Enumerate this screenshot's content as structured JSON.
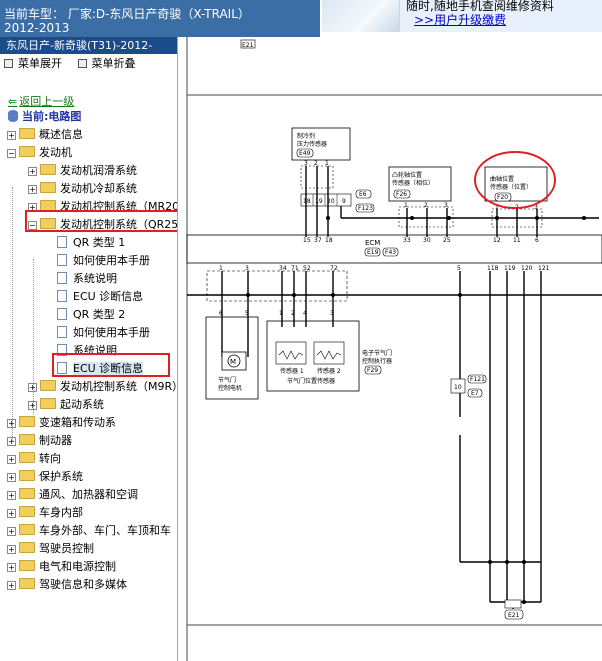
{
  "header": {
    "car_line1": "当前车型：  厂家:D-东风日产奇骏（X-TRAIL）",
    "car_line2": "2012-2013",
    "ad_line1": "随时,随地手机查阅维修资料",
    "ad_link": ">>用户升级缴费"
  },
  "sidebar": {
    "model": "东风日产-新奇骏(T31)-2012-",
    "expand_menu": "菜单展开",
    "collapse_menu": "菜单折叠",
    "back": "返回上一级",
    "current": "当前:电路图",
    "tree": [
      {
        "label": "概述信息",
        "level": 0,
        "kind": "folder",
        "expanded": false
      },
      {
        "label": "发动机",
        "level": 0,
        "kind": "folder",
        "expanded": true
      },
      {
        "label": "发动机润滑系统",
        "level": 1,
        "kind": "folder",
        "expanded": false
      },
      {
        "label": "发动机冷却系统",
        "level": 1,
        "kind": "folder",
        "expanded": false
      },
      {
        "label": "发动机控制系统（MR20",
        "level": 1,
        "kind": "folder",
        "expanded": false
      },
      {
        "label": "发动机控制系统（QR25",
        "level": 1,
        "kind": "folder",
        "expanded": true
      },
      {
        "label": "QR 类型 1",
        "level": 2,
        "kind": "doc"
      },
      {
        "label": "如何使用本手册",
        "level": 2,
        "kind": "doc"
      },
      {
        "label": "系统说明",
        "level": 2,
        "kind": "doc"
      },
      {
        "label": "ECU 诊断信息",
        "level": 2,
        "kind": "doc"
      },
      {
        "label": "QR 类型 2",
        "level": 2,
        "kind": "doc"
      },
      {
        "label": "如何使用本手册",
        "level": 2,
        "kind": "doc"
      },
      {
        "label": "系统说明",
        "level": 2,
        "kind": "doc"
      },
      {
        "label": "ECU 诊断信息",
        "level": 2,
        "kind": "doc",
        "selected": true
      },
      {
        "label": "发动机控制系统（M9R）",
        "level": 1,
        "kind": "folder",
        "expanded": false
      },
      {
        "label": "起动系统",
        "level": 1,
        "kind": "folder",
        "expanded": false
      },
      {
        "label": "变速箱和传动系",
        "level": 0,
        "kind": "folder",
        "expanded": false
      },
      {
        "label": "制动器",
        "level": 0,
        "kind": "folder",
        "expanded": false
      },
      {
        "label": "转向",
        "level": 0,
        "kind": "folder",
        "expanded": false
      },
      {
        "label": "保护系统",
        "level": 0,
        "kind": "folder",
        "expanded": false
      },
      {
        "label": "通风、加热器和空调",
        "level": 0,
        "kind": "folder",
        "expanded": false
      },
      {
        "label": "车身内部",
        "level": 0,
        "kind": "folder",
        "expanded": false
      },
      {
        "label": "车身外部、车门、车顶和车",
        "level": 0,
        "kind": "folder",
        "expanded": false
      },
      {
        "label": "驾驶员控制",
        "level": 0,
        "kind": "folder",
        "expanded": false
      },
      {
        "label": "电气和电源控制",
        "level": 0,
        "kind": "folder",
        "expanded": false
      },
      {
        "label": "驾驶信息和多媒体",
        "level": 0,
        "kind": "folder",
        "expanded": false
      }
    ]
  },
  "diagram": {
    "ground_top": "E21",
    "ground_bottom": "E21",
    "refrigerant_sensor": "制冷剂\n压力传感器",
    "refrigerant_conn": "E49",
    "cam_sensor": "凸轮轴位置\n传感器（相位）",
    "cam_conn": "F26",
    "crank_sensor": "曲轴位置\n传感器（位置）",
    "crank_conn": "F20",
    "ecm_label": "ECM",
    "ecm_conn1": "E19",
    "ecm_conn2": "F43",
    "e6": "E6",
    "f123": "F123",
    "throttle_actuator": "电子节气门\n控制执行器",
    "throttle_conn": "F29",
    "throttle_motor": "节气门\n控制电机",
    "tps": "节气门位置传感器",
    "sensor1": "传感器 1",
    "sensor2": "传感器 2",
    "motor_symbol": "M",
    "f121": "F121",
    "e7": "E7",
    "pins_top_left": [
      "3",
      "2",
      "1"
    ],
    "pins_e6": [
      "18",
      "19",
      "20",
      "9"
    ],
    "pins_ecm_top": [
      "15",
      "37",
      "18",
      "33",
      "30",
      "25",
      "12",
      "11",
      "6"
    ],
    "pins_cam": [
      "1",
      "2",
      "3"
    ],
    "pins_crank": [
      "1",
      "2",
      "3"
    ],
    "pins_ecm_bottom": [
      "1",
      "3",
      "34",
      "71",
      "52",
      "72",
      "5",
      "118",
      "119",
      "120",
      "121"
    ],
    "pins_throttle": [
      "6",
      "5",
      "1",
      "2",
      "4",
      "3"
    ],
    "pin_10": "10"
  }
}
